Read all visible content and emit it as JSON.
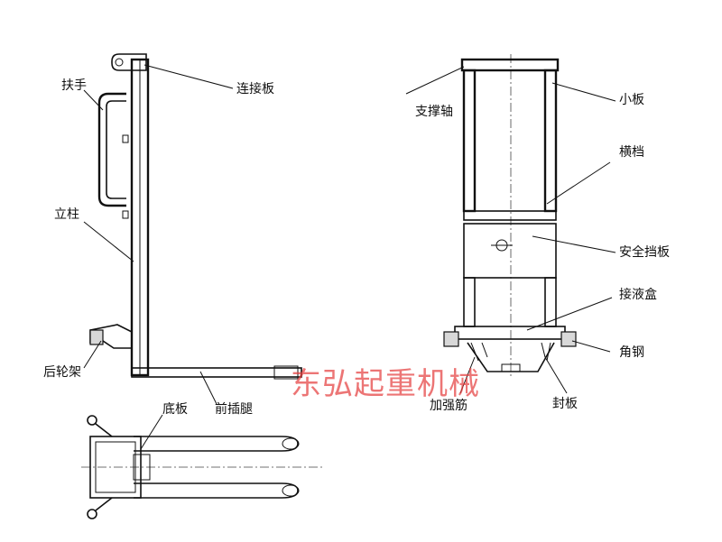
{
  "labels": {
    "handle": "扶手",
    "connecting_plate": "连接板",
    "column": "立柱",
    "rear_wheel_frame": "后轮架",
    "front_fork_leg": "前插腿",
    "bottom_plate": "底板",
    "support_shaft": "支撑轴",
    "small_plate": "小板",
    "crossbar": "横档",
    "safety_guard": "安全挡板",
    "drip_tray": "接液盒",
    "angle_steel": "角钢",
    "stiffener": "加强筋",
    "seal_plate": "封板"
  },
  "watermark": "东弘起重机械"
}
